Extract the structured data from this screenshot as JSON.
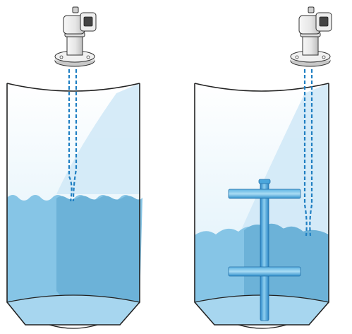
{
  "colors": {
    "background": "#ffffff",
    "outline": "#222222",
    "liquid_light": "#86c5e6",
    "liquid_dark": "#6cb2d8",
    "liquid_cone": "#a7d6ef",
    "tank_glow": "#d9eef9",
    "beam": "#1f7fc2",
    "agitator": "#3a9ad4",
    "agitator_highlight": "#8fd0f0",
    "sensor_body": "#e8e8e8",
    "sensor_shadow": "#b5b5b5",
    "display_screen": "#444444"
  },
  "vessels": [
    {
      "name": "left-vessel",
      "surface": "wavy",
      "agitator": false,
      "sensor": "radar-level-transmitter"
    },
    {
      "name": "right-vessel",
      "surface": "turbulent",
      "agitator": true,
      "sensor": "radar-level-transmitter"
    }
  ],
  "icons": [
    "radar-sensor-icon",
    "agitator-icon",
    "tank-icon"
  ]
}
